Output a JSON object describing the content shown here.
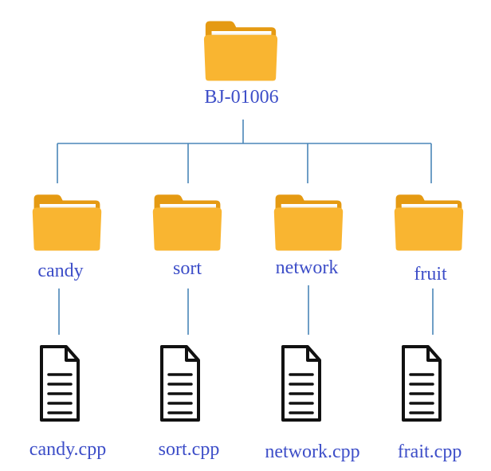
{
  "root": {
    "label": "BJ-01006",
    "icon": "folder-icon"
  },
  "folders": [
    {
      "label": "candy",
      "icon": "folder-icon"
    },
    {
      "label": "sort",
      "icon": "folder-icon"
    },
    {
      "label": "network",
      "icon": "folder-icon"
    },
    {
      "label": "fruit",
      "icon": "folder-icon"
    }
  ],
  "files": [
    {
      "label": "candy.cpp",
      "icon": "file-icon"
    },
    {
      "label": "sort.cpp",
      "icon": "file-icon"
    },
    {
      "label": "network.cpp",
      "icon": "file-icon"
    },
    {
      "label": "frait.cpp",
      "icon": "file-icon"
    }
  ],
  "colors": {
    "label_text": "#3d4ec8",
    "connector": "#4a86b8",
    "folder_body": "#f9b531",
    "folder_back": "#e59a12",
    "file_outline": "#111111"
  }
}
